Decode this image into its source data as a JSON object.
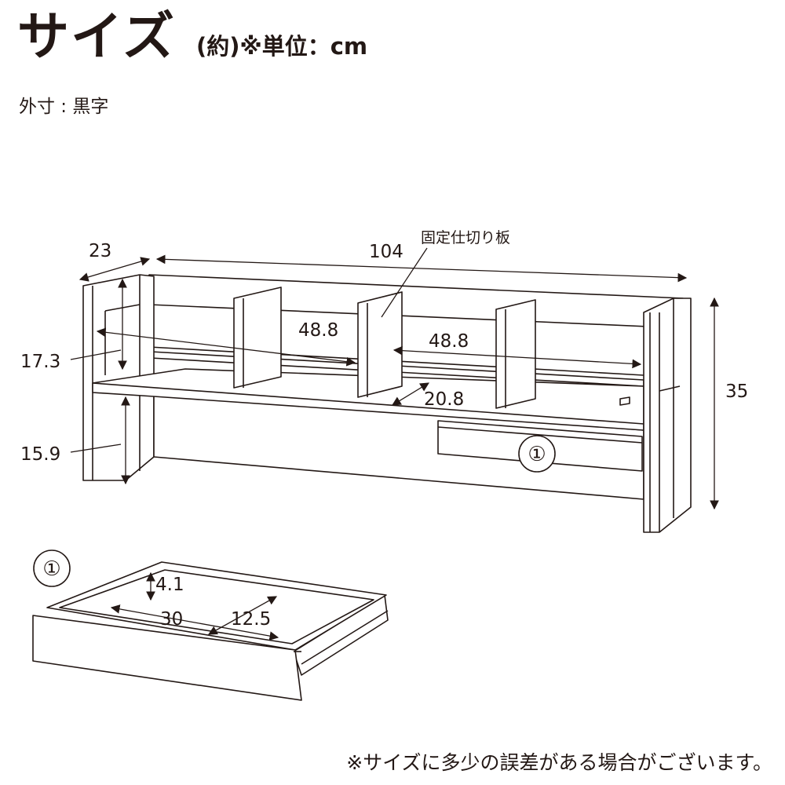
{
  "header": {
    "title": "サイズ",
    "unit_note": "(約)※単位：cm",
    "sub_note": "外寸 : 黒字"
  },
  "diagram": {
    "callout_label": "固定仕切り板",
    "drawer_marker": "①",
    "dimensions": {
      "width": "104",
      "depth": "23",
      "height": "35",
      "upper_clearance": "17.3",
      "lower_clearance": "15.9",
      "compartment_left": "48.8",
      "compartment_right": "48.8",
      "shelf_depth": "20.8"
    },
    "drawer": {
      "marker": "①",
      "inner_height": "4.1",
      "inner_width": "30",
      "inner_depth": "12.5"
    }
  },
  "footer": {
    "disclaimer": "※サイズに多少の誤差がある場合がございます。"
  }
}
